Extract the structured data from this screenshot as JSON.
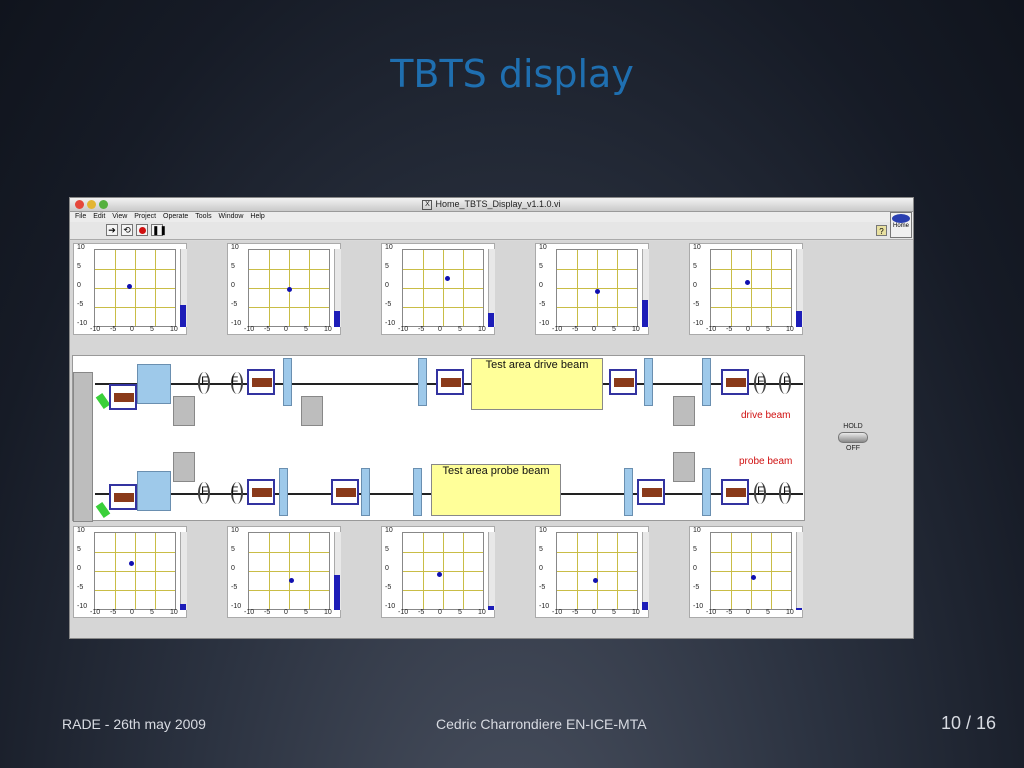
{
  "slide": {
    "title": "TBTS display",
    "footer_left": "RADE - 26th may 2009",
    "footer_center": "Cedric Charrondiere EN-ICE-MTA",
    "page": "10 / 16"
  },
  "window": {
    "title": "Home_TBTS_Display_v1.1.0.vi",
    "menu": [
      "File",
      "Edit",
      "View",
      "Project",
      "Operate",
      "Tools",
      "Window",
      "Help"
    ],
    "home_label": "Home"
  },
  "plot_axis": {
    "y_ticks": [
      "10",
      "5",
      "0",
      "-5",
      "-10"
    ],
    "x_ticks": [
      "-10",
      "-5",
      "0",
      "5",
      "10"
    ]
  },
  "plots_top": [
    {
      "x": -1.5,
      "y": 0.3,
      "level": 0.28
    },
    {
      "x": 0.0,
      "y": -0.4,
      "level": 0.2
    },
    {
      "x": 1.0,
      "y": 2.5,
      "level": 0.18
    },
    {
      "x": 0.0,
      "y": -1.0,
      "level": 0.35
    },
    {
      "x": -1.0,
      "y": 1.5,
      "level": 0.2
    }
  ],
  "plots_bottom": [
    {
      "x": -1.0,
      "y": 2.0,
      "level": 0.08
    },
    {
      "x": 0.5,
      "y": -2.5,
      "level": 0.45
    },
    {
      "x": -1.0,
      "y": -1.0,
      "level": 0.05
    },
    {
      "x": -0.5,
      "y": -2.5,
      "level": 0.1
    },
    {
      "x": 0.5,
      "y": -1.8,
      "level": 0.03
    }
  ],
  "beamline": {
    "test_drive": "Test area drive beam",
    "test_probe": "Test area probe beam",
    "drive_label": "drive beam",
    "probe_label": "probe beam",
    "hold_on": "HOLD",
    "hold_off": "OFF",
    "f_letter": "F"
  },
  "colors": {
    "title": "#1f6fb0",
    "dot": "#1010b0",
    "test_area": "#ffff99",
    "label_red": "#d01010"
  }
}
